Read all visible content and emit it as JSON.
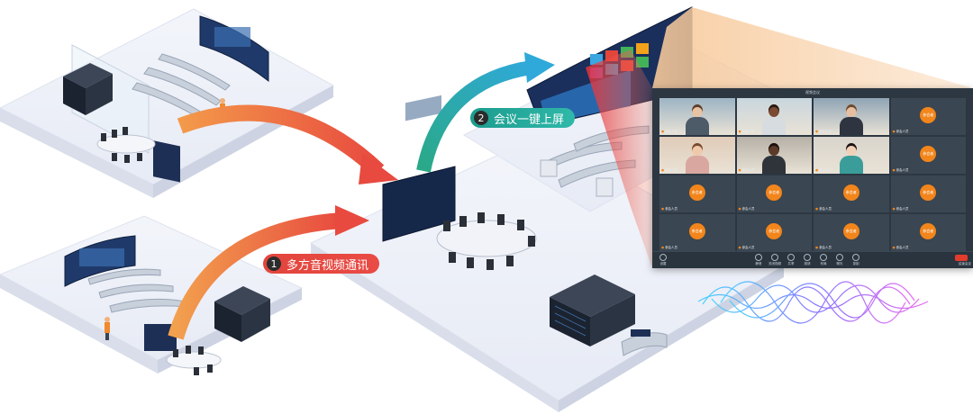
{
  "badges": [
    {
      "num": "1",
      "label": "多方音视频通讯"
    },
    {
      "num": "2",
      "label": "会议一键上屏"
    }
  ],
  "meeting": {
    "title": "视频会议",
    "tiles": [
      {
        "kind": "video",
        "tag": "参会人员",
        "skin": "#e8c2a2",
        "shirt": "#4d5a67",
        "hair": "#5a3e2b",
        "bg": "#9db4c4"
      },
      {
        "kind": "video",
        "tag": "参会人员",
        "skin": "#7a4b32",
        "shirt": "#d7dce0",
        "hair": "#2a1a12",
        "bg": "#c9d6de"
      },
      {
        "kind": "video",
        "tag": "参会人员",
        "skin": "#e6bfa0",
        "shirt": "#2f3540",
        "hair": "#6b4a30",
        "bg": "#8fa4b5"
      },
      {
        "kind": "avatar",
        "label": "参会者",
        "tag": "参会人员"
      },
      {
        "kind": "video",
        "tag": "参会人员",
        "skin": "#f0c9aa",
        "shirt": "#d9a7a0",
        "hair": "#7a4a2c",
        "bg": "#e0cbb8"
      },
      {
        "kind": "video",
        "tag": "参会人员",
        "skin": "#5b3a29",
        "shirt": "#2e343a",
        "hair": "#1b120d",
        "bg": "#b6b0a6"
      },
      {
        "kind": "video",
        "tag": "参会人员",
        "skin": "#f1d0b8",
        "shirt": "#3a9d9a",
        "hair": "#1b1412",
        "bg": "#d9d5cc"
      },
      {
        "kind": "avatar",
        "label": "参会者",
        "tag": "参会人员"
      },
      {
        "kind": "avatar",
        "label": "参会者",
        "tag": "参会人员"
      },
      {
        "kind": "avatar",
        "label": "参会者",
        "tag": "参会人员"
      },
      {
        "kind": "avatar",
        "label": "参会者",
        "tag": "参会人员"
      },
      {
        "kind": "avatar",
        "label": "参会者",
        "tag": "参会人员"
      },
      {
        "kind": "avatar",
        "label": "参会者",
        "tag": "参会人员"
      },
      {
        "kind": "avatar",
        "label": "参会者",
        "tag": "参会人员"
      },
      {
        "kind": "avatar",
        "label": "参会者",
        "tag": "参会人员"
      },
      {
        "kind": "avatar",
        "label": "参会者",
        "tag": "参会人员"
      }
    ],
    "controls": [
      "静音",
      "关闭视频",
      "共享",
      "邀请",
      "布局",
      "聊天",
      "录制"
    ],
    "settings": "设置",
    "hangup": "结束会议"
  },
  "colors": {
    "arrow_red": "#e84a3f",
    "arrow_orange": "#f39a4a",
    "arrow_teal": "#24a99a",
    "arrow_cyan": "#2fa9d9",
    "accent_orange": "#f2851b",
    "beam": "#f4b27a"
  }
}
